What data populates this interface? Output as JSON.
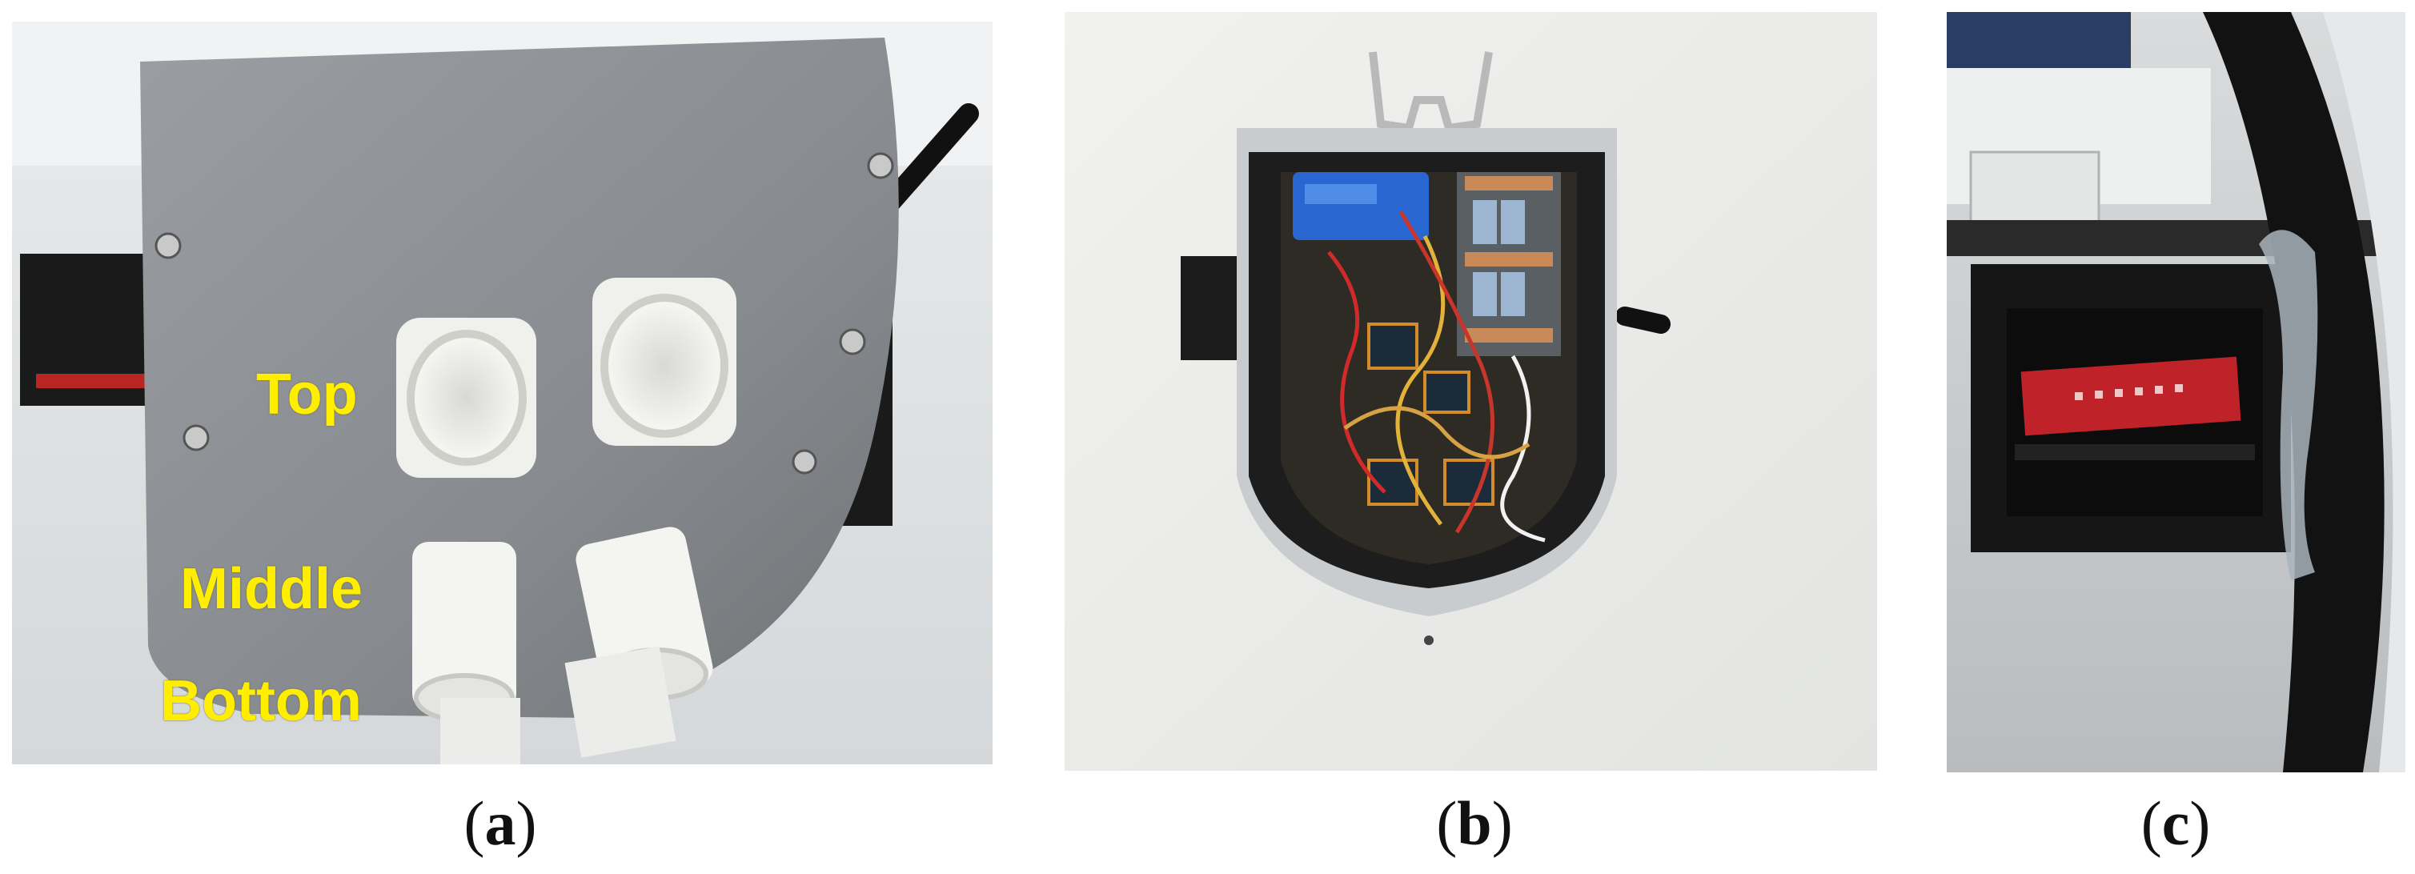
{
  "panels": [
    {
      "caption_open": "(",
      "caption_letter": "a",
      "caption_close": ")",
      "labels": {
        "top": "Top",
        "middle": "Middle",
        "bottom": "Bottom"
      }
    },
    {
      "caption_open": "(",
      "caption_letter": "b",
      "caption_close": ")"
    },
    {
      "caption_open": "(",
      "caption_letter": "c",
      "caption_close": ")"
    }
  ],
  "colors": {
    "label_yellow": "#ffee00",
    "housing_gray": "#8e9296",
    "pipe_white": "#f2f2f0",
    "enclosure_black": "#141414",
    "pcb_red": "#c0222a",
    "wall_white": "#eceeee"
  }
}
